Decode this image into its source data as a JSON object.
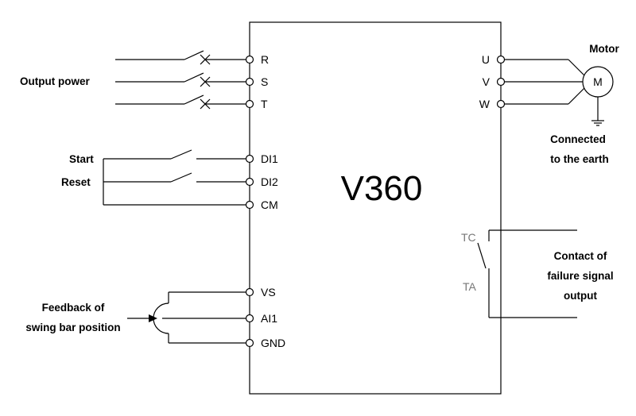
{
  "device": {
    "model": "V360"
  },
  "input_terminals": {
    "power": [
      "R",
      "S",
      "T"
    ],
    "digital": [
      "DI1",
      "DI2",
      "CM"
    ],
    "analog": [
      "VS",
      "AI1",
      "GND"
    ]
  },
  "output_terminals": {
    "motor": [
      "U",
      "V",
      "W"
    ],
    "relay": [
      "TC",
      "TA"
    ]
  },
  "labels": {
    "output_power": "Output power",
    "start": "Start",
    "reset": "Reset",
    "feedback_line1": "Feedback of",
    "feedback_line2": "swing bar position",
    "motor": "Motor",
    "motor_symbol": "M",
    "earth_line1": "Connected",
    "earth_line2": "to the earth",
    "relay_line1": "Contact of",
    "relay_line2": "failure signal",
    "relay_line3": "output"
  }
}
